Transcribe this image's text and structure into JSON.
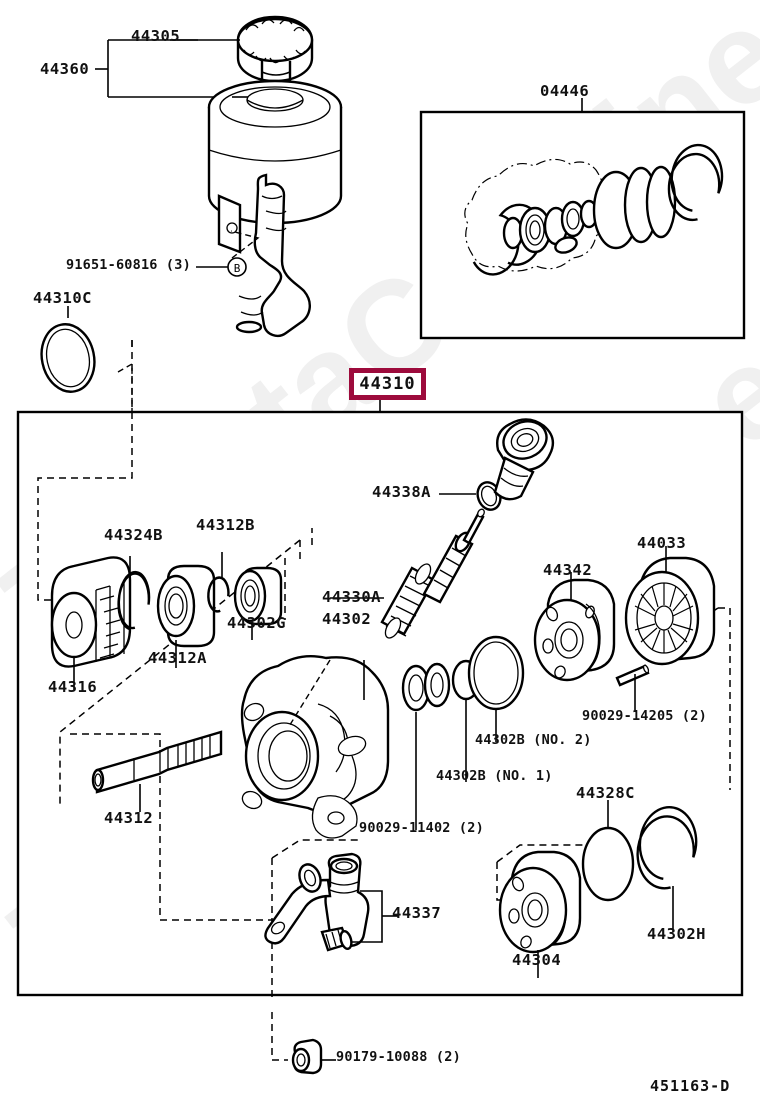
{
  "document": {
    "title": "Toyota power steering vane pump exploded parts diagram",
    "diagram_code": "451163-D",
    "watermark": "ToyotaCarMine.ru"
  },
  "accent": {
    "highlight_border": "#9d0b3c",
    "line": "#000000",
    "background": "#ffffff",
    "watermark_color": "#f0f0f0"
  },
  "reservoir_group": {
    "assembly_label": "44360",
    "cap_label": "44305",
    "bolt_label": "91651-60816 (3)",
    "bolt_symbol": "B",
    "oring_label": "44310C"
  },
  "seal_kit_box": {
    "label": "04446"
  },
  "pump_box": {
    "highlight_label": "44310",
    "parts": [
      {
        "code": "44316",
        "desc": "pump-rotor"
      },
      {
        "code": "44324B",
        "desc": "snap-ring"
      },
      {
        "code": "44312A",
        "desc": "bearing"
      },
      {
        "code": "44312B",
        "desc": "retainer-ring"
      },
      {
        "code": "44302G",
        "desc": "oil-seal"
      },
      {
        "code": "44312",
        "desc": "drive-shaft"
      },
      {
        "code": "44302",
        "desc": "pump-housing"
      },
      {
        "code": "44330A",
        "desc": "flow-control-spring"
      },
      {
        "code": "44338A",
        "desc": "o-ring"
      },
      {
        "code": "90029-11402 (2)",
        "desc": "washer-set"
      },
      {
        "code": "44302B (NO. 1)",
        "desc": "o-ring-no1"
      },
      {
        "code": "44302B (NO. 2)",
        "desc": "o-ring-no2"
      },
      {
        "code": "44342",
        "desc": "cam-ring-plate"
      },
      {
        "code": "44033",
        "desc": "rotor-vane-assembly"
      },
      {
        "code": "90029-14205 (2)",
        "desc": "pin"
      },
      {
        "code": "44304",
        "desc": "pump-rear-cover"
      },
      {
        "code": "44328C",
        "desc": "o-ring-cover"
      },
      {
        "code": "44302H",
        "desc": "snap-ring-cover"
      },
      {
        "code": "44337",
        "desc": "union-fitting"
      }
    ]
  },
  "lower_group": {
    "nut_label": "90179-10088 (2)"
  }
}
